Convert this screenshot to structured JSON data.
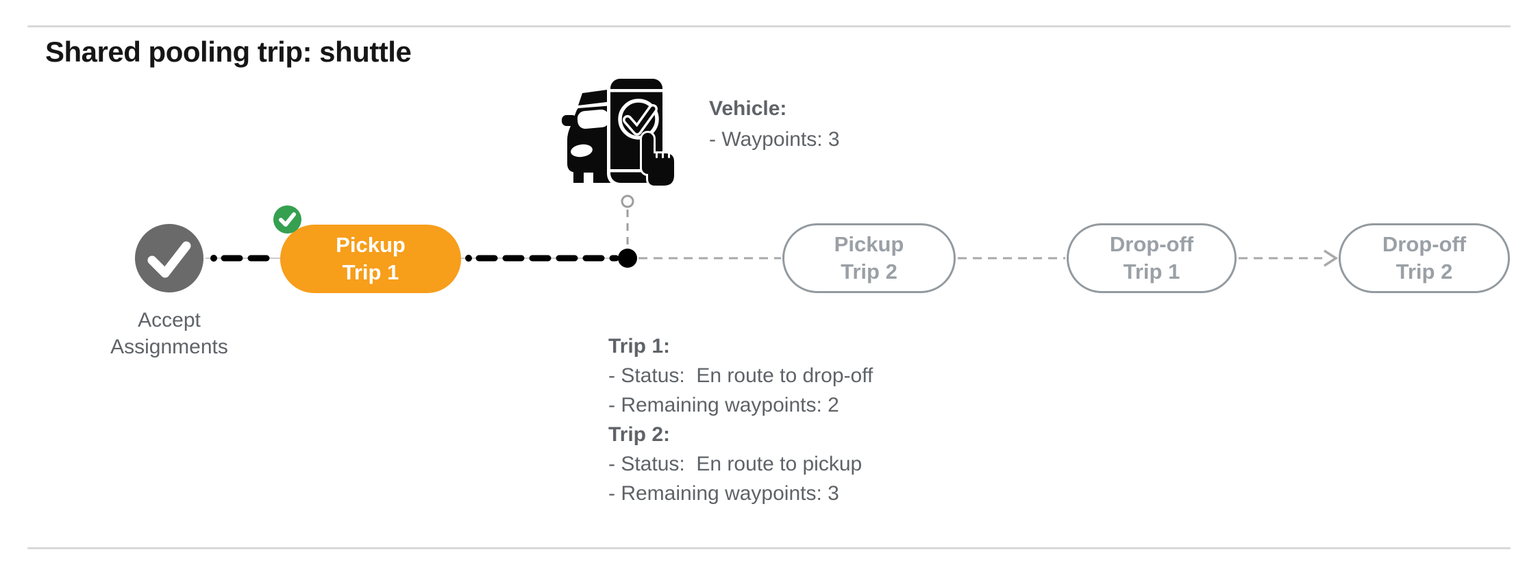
{
  "title": "Shared pooling trip: shuttle",
  "vehicle_panel": {
    "heading": "Vehicle:",
    "waypoints_line": "- Waypoints: 3"
  },
  "trip_panel": {
    "trip1": {
      "heading": "Trip 1:",
      "status_line": "- Status:  En route to drop-off",
      "waypoints_line": "- Remaining waypoints: 2"
    },
    "trip2": {
      "heading": "Trip 2:",
      "status_line": "- Status:  En route to pickup",
      "waypoints_line": "- Remaining waypoints: 3"
    }
  },
  "timeline": {
    "accept": {
      "label_line1": "Accept",
      "label_line2": "Assignments"
    },
    "pickup_trip1": {
      "line1": "Pickup",
      "line2": "Trip 1"
    },
    "pickup_trip2": {
      "line1": "Pickup",
      "line2": "Trip 2"
    },
    "dropoff_trip1": {
      "line1": "Drop-off",
      "line2": "Trip 1"
    },
    "dropoff_trip2": {
      "line1": "Drop-off",
      "line2": "Trip 2"
    }
  },
  "icons": {
    "vehicle": "car-with-app-check-icon",
    "accept_check": "check-icon",
    "badge_check": "check-badge-icon",
    "current_position": "current-position-dot",
    "next_stop_marker": "planned-stop-circle",
    "route_arrow": "arrow-right-icon"
  },
  "colors": {
    "active_pill": "#f79e1b",
    "completed_badge": "#35a04f",
    "completed_node": "#6a6a6a",
    "upcoming_outline": "#9aa0a6",
    "annotation_text": "#5f6368",
    "traveled_route": "#000000",
    "remaining_route": "#a9a9a9",
    "divider": "#d8d8d8"
  }
}
